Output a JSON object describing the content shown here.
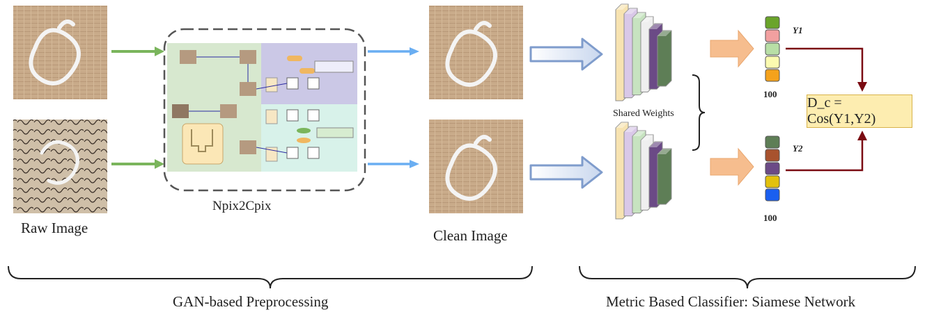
{
  "labels": {
    "raw_image": "Raw Image",
    "clean_image": "Clean Image",
    "model_name": "Npix2Cpix",
    "shared_weights": "Shared Weights",
    "y1": "Y1",
    "y2": "Y2",
    "dim_top": "100",
    "dim_bottom": "100",
    "formula": "D_c = Cos(Y1,Y2)",
    "section_left": "GAN-based Preprocessing",
    "section_right": "Metric Based Classifier: Siamese Network"
  },
  "colors": {
    "green_arrow": "#7ab55c",
    "blue_arrow": "#6aaef2",
    "hollow_arrow": "#7f9ccc",
    "orange_arrow": "#f6bd8e",
    "maroon_line": "#7a0b12",
    "formula_bg": "#fdedb0",
    "cnn_layers": [
      "#f7e3b1",
      "#d9c8e8",
      "#c7e3c0",
      "#efefef",
      "#6b4a86",
      "#5e7e56"
    ],
    "vector_top": [
      "#6aa42a",
      "#f2a0a0",
      "#b8dfa6",
      "#fbfbb0",
      "#f5a21c"
    ],
    "vector_bottom": [
      "#5e7e56",
      "#a8522e",
      "#6b4a86",
      "#e3c10c",
      "#1a5ff0"
    ]
  }
}
